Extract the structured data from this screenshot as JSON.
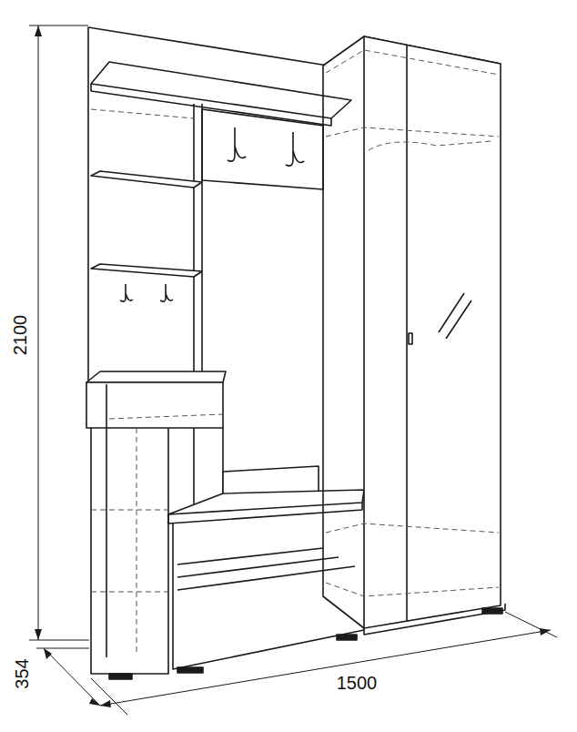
{
  "diagram": {
    "labels": [
      "2100",
      "354",
      "1500"
    ]
  }
}
